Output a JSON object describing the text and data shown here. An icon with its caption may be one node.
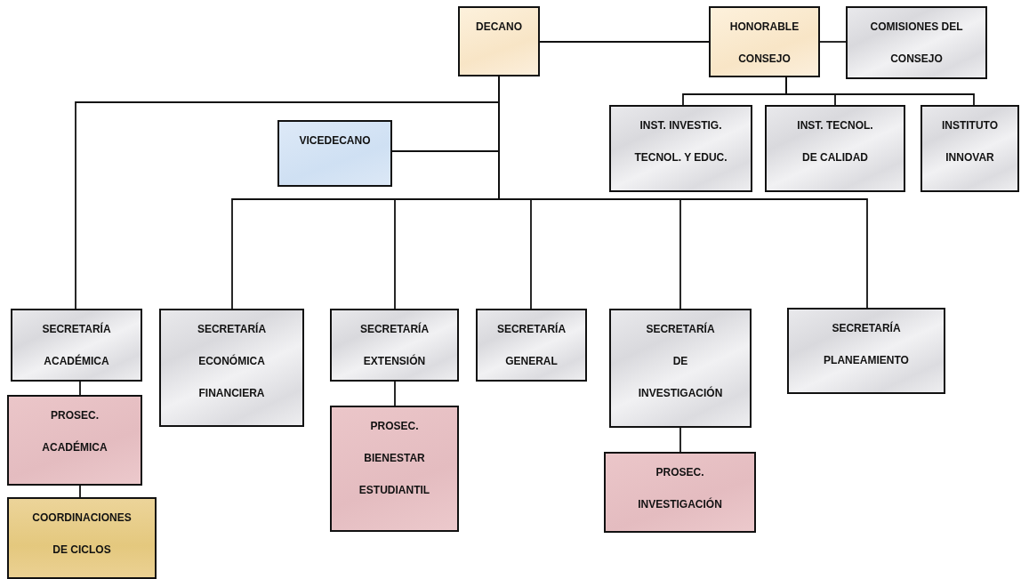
{
  "diagram": {
    "nodes": [
      {
        "text": [
          "DECANO"
        ]
      },
      {
        "text": [
          "HONORABLE CONSEJO"
        ]
      },
      {
        "text": [
          "COMISIONES DEL CONSEJO"
        ]
      },
      {
        "text": [
          "INST. INVESTIG. TECNOL. Y EDUC."
        ]
      },
      {
        "text": [
          "INST. TECNOL. DE CALIDAD"
        ]
      },
      {
        "text": [
          "INSTITUTO INNOVAR"
        ]
      },
      {
        "text": [
          "VICEDECANO"
        ]
      },
      {
        "text": [
          "SECRETARÍA ACADÉMICA"
        ]
      },
      {
        "text": [
          "SECRETARÍA ECONÓMICA FINANCIERA"
        ]
      },
      {
        "text": [
          "SECRETARÍA EXTENSIÓN"
        ]
      },
      {
        "text": [
          "SECRETARÍA GENERAL"
        ]
      },
      {
        "text": [
          "SECRETARÍA DE INVESTIGACIÓN"
        ]
      },
      {
        "text": [
          "SECRETARÍA PLANEAMIENTO"
        ]
      },
      {
        "text": [
          "PROSEC. ACADÉMICA"
        ]
      },
      {
        "text": [
          "PROSEC. BIENESTAR ESTUDIANTIL"
        ]
      },
      {
        "text": [
          "PROSEC. INVESTIGACIÓN"
        ]
      },
      {
        "text": [
          "COORDINACIONES DE CICLOS"
        ]
      }
    ],
    "edges": [
      {
        "from": 0,
        "to": 1,
        "arrow": "none"
      },
      {
        "from": 1,
        "to": 2,
        "arrow": "none"
      },
      {
        "from": 1,
        "to": 3,
        "arrow": "none"
      },
      {
        "from": 1,
        "to": 4,
        "arrow": "none"
      },
      {
        "from": 1,
        "to": 5,
        "arrow": "none"
      },
      {
        "from": 0,
        "to": 6,
        "arrow": "none"
      },
      {
        "from": 0,
        "to": 7,
        "arrow": "none"
      },
      {
        "from": 0,
        "to": 8,
        "arrow": "none"
      },
      {
        "from": 0,
        "to": 9,
        "arrow": "none"
      },
      {
        "from": 0,
        "to": 10,
        "arrow": "none"
      },
      {
        "from": 0,
        "to": 11,
        "arrow": "none"
      },
      {
        "from": 0,
        "to": 12,
        "arrow": "none"
      },
      {
        "from": 7,
        "to": 13,
        "arrow": "none"
      },
      {
        "from": 13,
        "to": 16,
        "arrow": "none"
      },
      {
        "from": 9,
        "to": 14,
        "arrow": "none"
      },
      {
        "from": 11,
        "to": 15,
        "arrow": "none"
      }
    ]
  }
}
